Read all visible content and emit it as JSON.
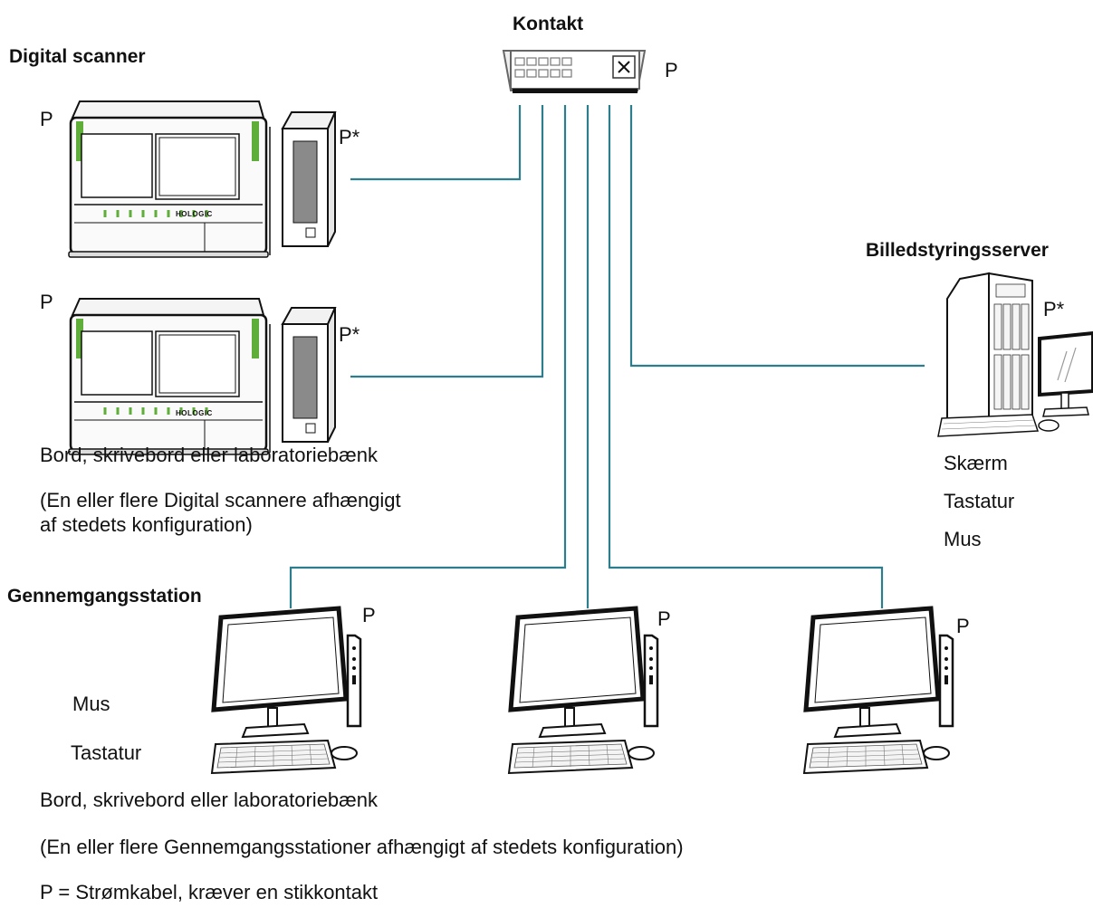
{
  "switch": {
    "title": "Kontakt",
    "power": "P"
  },
  "scanners": {
    "title": "Digital scanner",
    "unit1": {
      "power": "P",
      "pc_power": "P*",
      "brand": "HOLOGIC"
    },
    "unit2": {
      "power": "P",
      "pc_power": "P*",
      "brand": "HOLOGIC"
    },
    "table_note": "Bord, skrivebord eller laboratoriebænk",
    "count_note_line1": "(En eller flere Digital scannere afhængigt",
    "count_note_line2": "af stedets konfiguration)"
  },
  "server": {
    "title": "Billedstyringsserver",
    "power": "P*",
    "items": [
      "Skærm",
      "Tastatur",
      "Mus"
    ]
  },
  "review": {
    "title": "Gennemgangsstation",
    "station_powers": [
      "P",
      "P",
      "P"
    ],
    "mouse": "Mus",
    "keyboard": "Tastatur",
    "table_note": "Bord, skrivebord eller laboratoriebænk",
    "count_note": "(En eller flere Gennemgangsstationer afhængigt af stedets konfiguration)"
  },
  "legend": "P = Strømkabel, kræver en stikkontakt",
  "colors": {
    "cable": "#2e7d8c",
    "accent_green": "#5fae3a",
    "outline": "#111111"
  }
}
